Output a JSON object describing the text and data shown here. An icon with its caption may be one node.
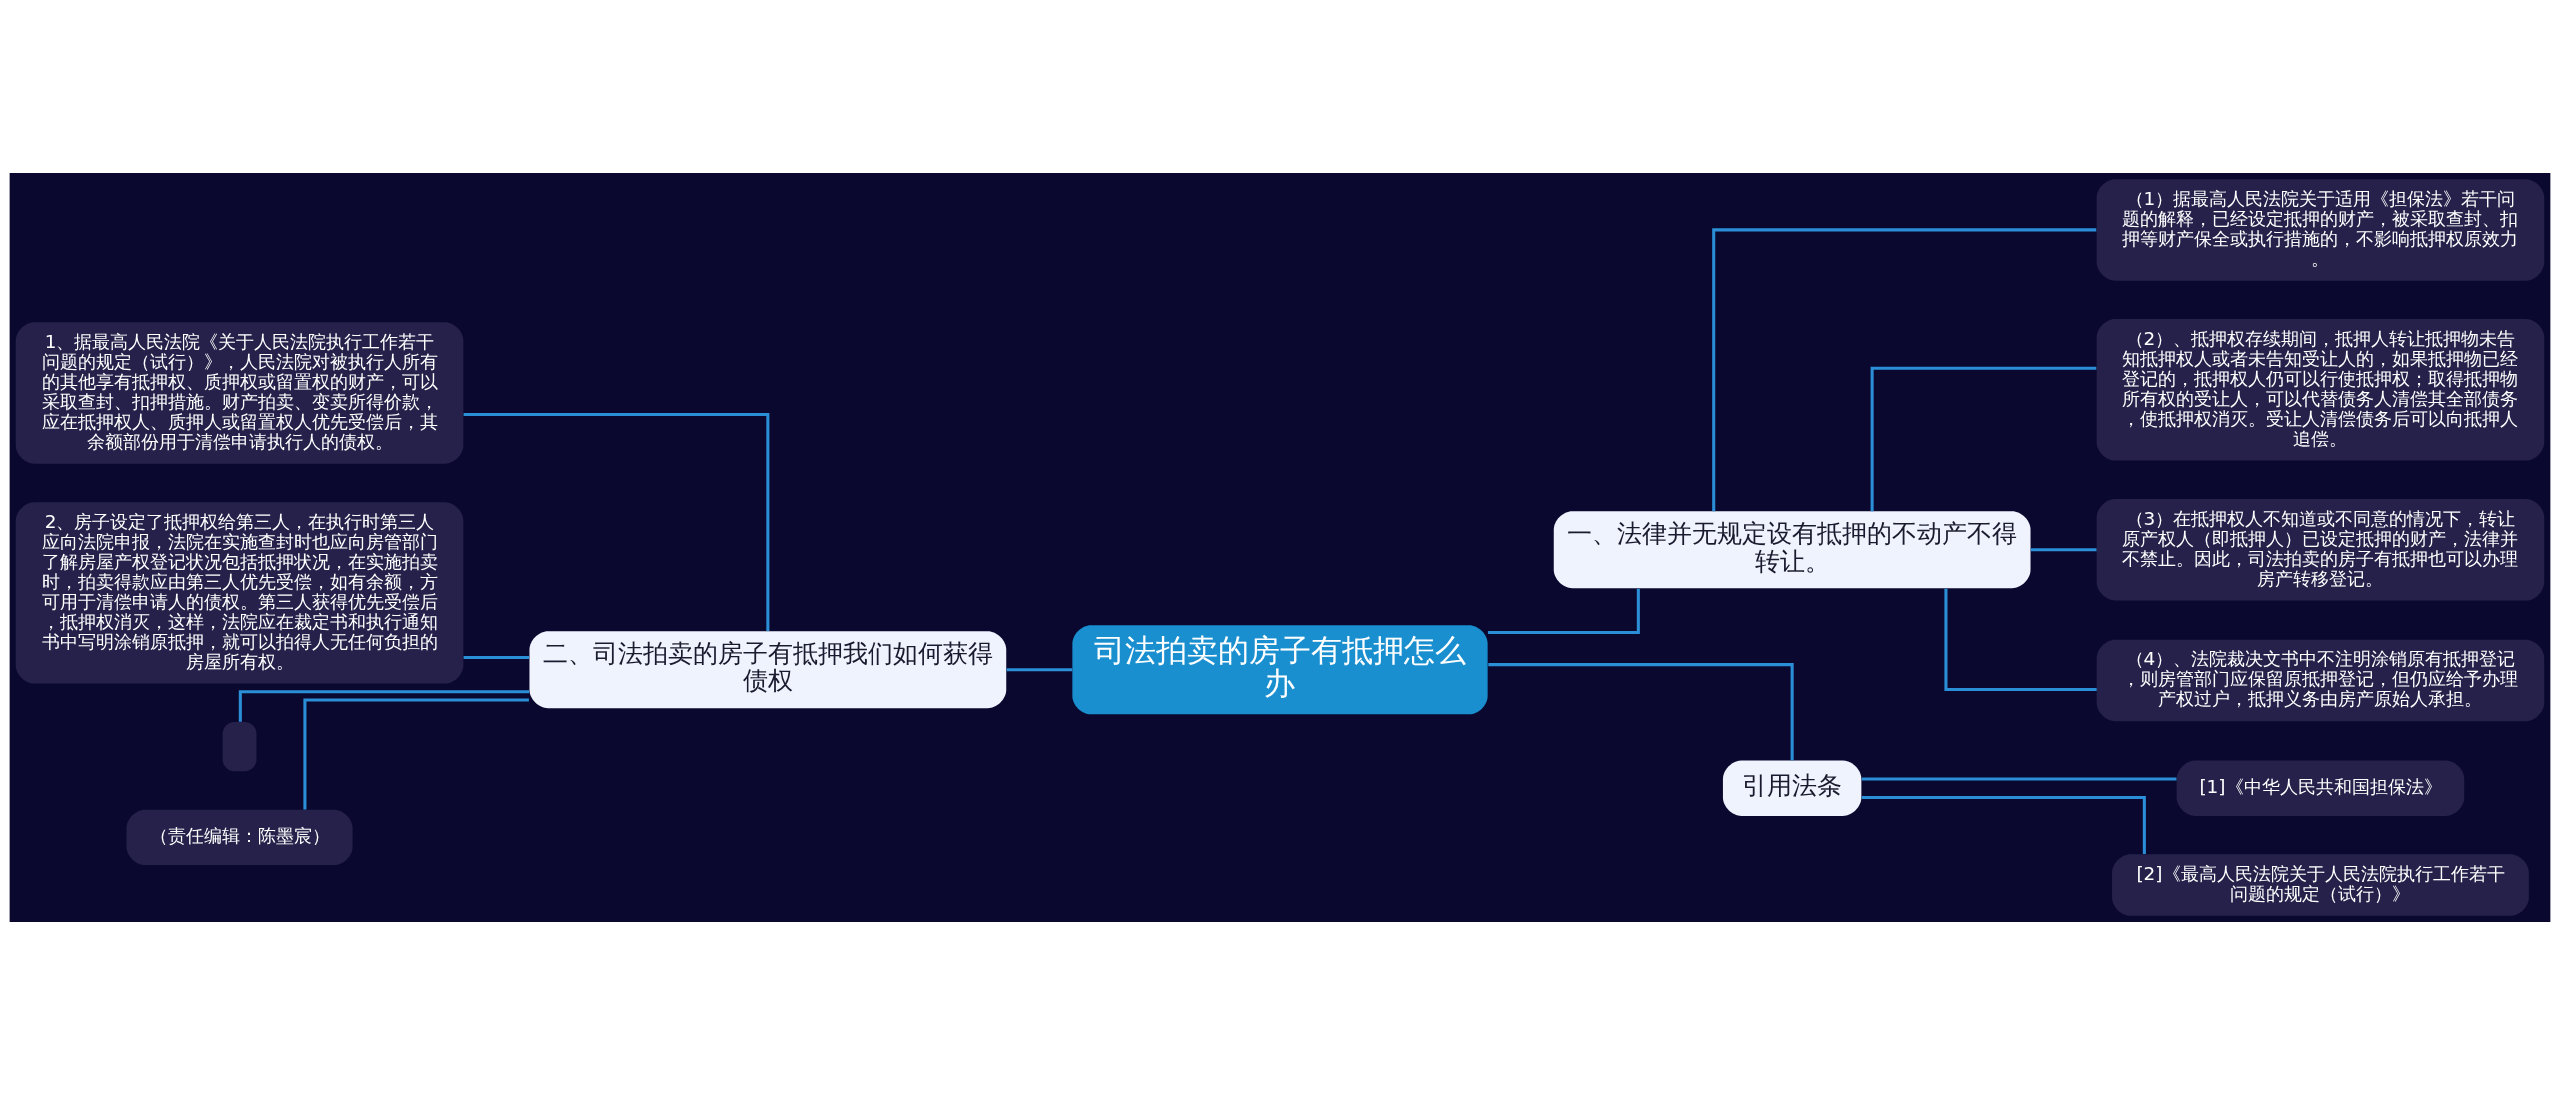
{
  "diagram": {
    "nodes": [
      {
        "text": [
          "司法拍卖的房子有抵押怎么办"
        ]
      },
      {
        "text": [
          "二、司法拍卖的房子有抵押我们如何获得债权"
        ]
      },
      {
        "text": [
          "1、据最高人民法院《关于人民法院执行工作若干问题的规定（试行）》，人民法院对被执行人所有的其他享有抵押权、质押权或留置权的财产，可以采取查封、扣押措施。财产拍卖、变卖所得价款，应在抵押权人、质押人或留置权人优先受偿后，其余额部份用于清偿申请执行人的债权。"
        ]
      },
      {
        "text": [
          "2、房子设定了抵押权给第三人，在执行时第三人应向法院申报，法院在实施查封时也应向房管部门了解房屋产权登记状况包括抵押状况，在实施拍卖时，拍卖得款应由第三人优先受偿，如有余额，方可用于清偿申请人的债权。第三人获得优先受偿后，抵押权消灭，这样，法院应在裁定书和执行通知书中写明涂销原抵押，就可以拍得人无任何负担的房屋所有权。"
        ]
      },
      {
        "text": [],
        "shape": "box"
      },
      {
        "text": [
          "（责任编辑：陈墨宸）"
        ]
      },
      {
        "text": [
          "一、法律并无规定设有抵押的不动产不得转让。"
        ]
      },
      {
        "text": [
          "（1）据最高人民法院关于适用《担保法》若干问题的解释，已经设定抵押的财产，被采取查封、扣押等财产保全或执行措施的，不影响抵押权原效力。"
        ]
      },
      {
        "text": [
          "（2）、抵押权存续期间，抵押人转让抵押物未告知抵押权人或者未告知受让人的，如果抵押物已经登记的，抵押权人仍可以行使抵押权；取得抵押物所有权的受让人，可以代替债务人清偿其全部债务，使抵押权消灭。受让人清偿债务后可以向抵押人追偿。"
        ]
      },
      {
        "text": [
          "（3）在抵押权人不知道或不同意的情况下，转让原产权人（即抵押人）已设定抵押的财产，法律并不禁止。因此，司法拍卖的房子有抵押也可以办理房产转移登记。"
        ]
      },
      {
        "text": [
          "（4）、法院裁决文书中不注明涂销原有抵押登记，则房管部门应保留原抵押登记，但仍应给予办理产权过户，抵押义务由房产原始人承担。"
        ]
      },
      {
        "text": [
          "引用法条"
        ]
      },
      {
        "text": [
          "[1]《中华人民共和国担保法》"
        ]
      },
      {
        "text": [
          "[2]《最高人民法院关于人民法院执行工作若干问题的规定（试行）》"
        ]
      }
    ],
    "edges": [
      {
        "from": 0,
        "to": 1,
        "arrow": "none"
      },
      {
        "from": 1,
        "to": 2,
        "arrow": "none"
      },
      {
        "from": 1,
        "to": 3,
        "arrow": "none"
      },
      {
        "from": 1,
        "to": 4,
        "arrow": "none"
      },
      {
        "from": 1,
        "to": 5,
        "arrow": "none"
      },
      {
        "from": 0,
        "to": 6,
        "arrow": "none"
      },
      {
        "from": 6,
        "to": 7,
        "arrow": "none"
      },
      {
        "from": 6,
        "to": 8,
        "arrow": "none"
      },
      {
        "from": 6,
        "to": 9,
        "arrow": "none"
      },
      {
        "from": 6,
        "to": 10,
        "arrow": "none"
      },
      {
        "from": 0,
        "to": 11,
        "arrow": "none"
      },
      {
        "from": 11,
        "to": 12,
        "arrow": "none"
      },
      {
        "from": 11,
        "to": 13,
        "arrow": "none"
      }
    ]
  }
}
